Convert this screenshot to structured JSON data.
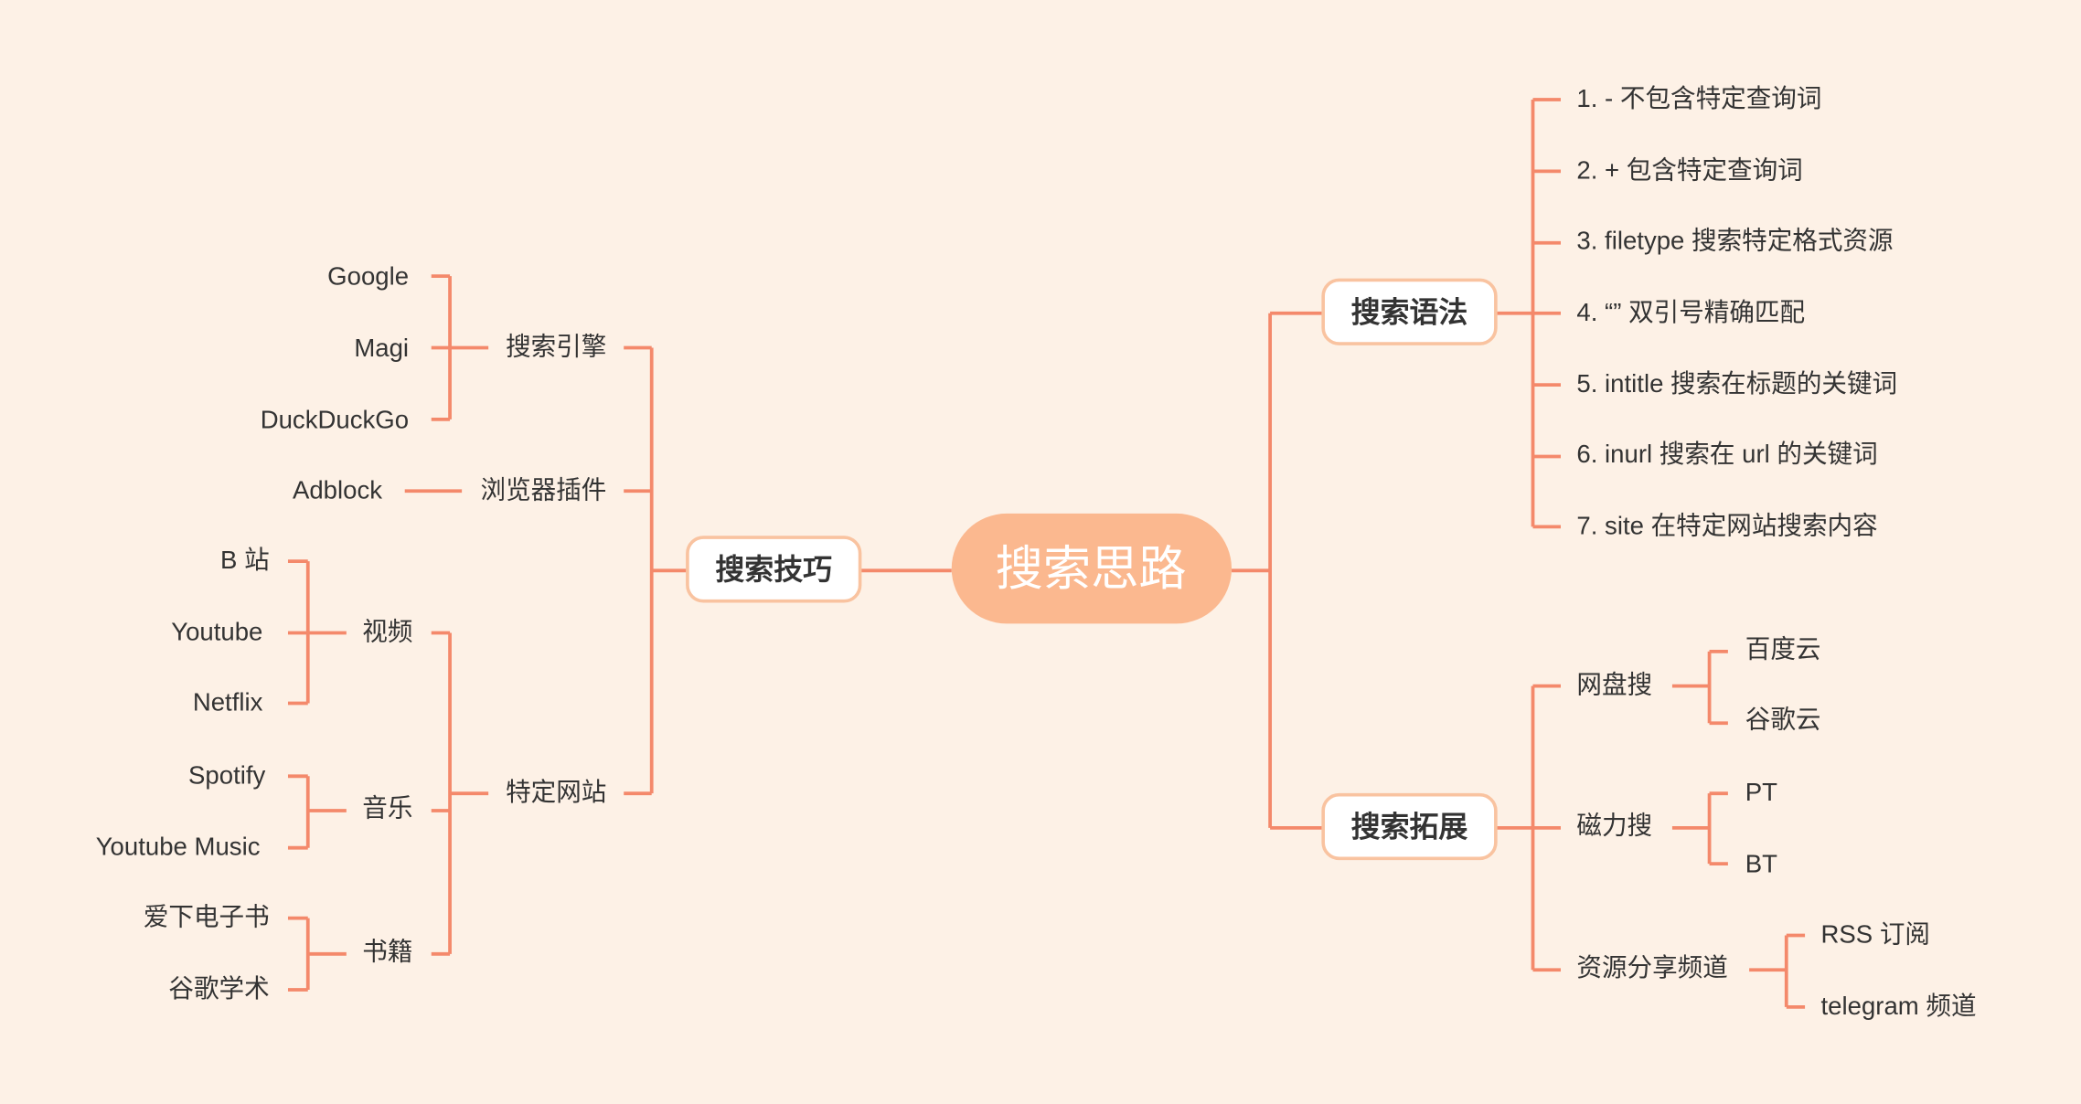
{
  "colors": {
    "background": "#fdf1e6",
    "line": "#f4896b",
    "center": "#fbb88f",
    "box_border": "#f9c3a0"
  },
  "center": "搜索思路",
  "left": {
    "title": "搜索技巧",
    "engines": {
      "label": "搜索引擎",
      "items": [
        "Google",
        "Magi",
        "DuckDuckGo"
      ]
    },
    "plugins": {
      "label": "浏览器插件",
      "items": [
        "Adblock"
      ]
    },
    "sites": {
      "label": "特定网站",
      "video": {
        "label": "视频",
        "items": [
          "B 站",
          "Youtube",
          "Netflix"
        ]
      },
      "music": {
        "label": "音乐",
        "items": [
          "Spotify",
          "Youtube Music"
        ]
      },
      "books": {
        "label": "书籍",
        "items": [
          "爱下电子书",
          "谷歌学术"
        ]
      }
    }
  },
  "right": {
    "syntax": {
      "title": "搜索语法",
      "items": [
        "1. - 不包含特定查询词",
        "2. + 包含特定查询词",
        "3. filetype 搜索特定格式资源",
        "4. “” 双引号精确匹配",
        "5. intitle 搜索在标题的关键词",
        "6. inurl 搜索在 url 的关键词",
        "7. site 在特定网站搜索内容"
      ]
    },
    "expand": {
      "title": "搜索拓展",
      "cloud": {
        "label": "网盘搜",
        "items": [
          "百度云",
          "谷歌云"
        ]
      },
      "magnet": {
        "label": "磁力搜",
        "items": [
          "PT",
          "BT"
        ]
      },
      "share": {
        "label": "资源分享频道",
        "items": [
          "RSS 订阅",
          "telegram 频道"
        ]
      }
    }
  }
}
